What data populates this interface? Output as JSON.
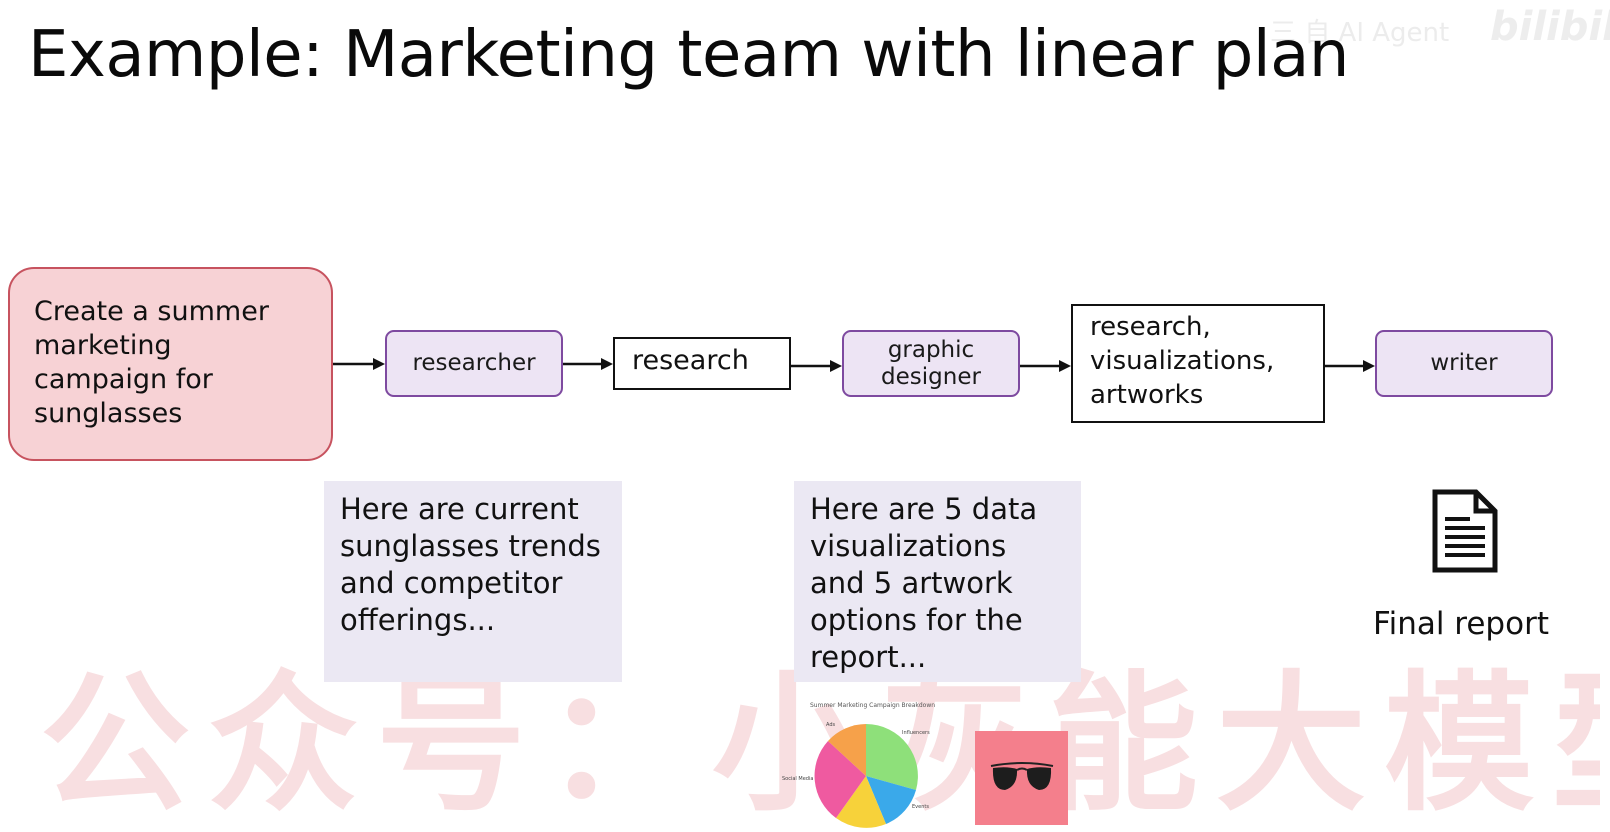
{
  "title": "Example: Marketing team with linear plan",
  "watermarks": {
    "top_right": "三 自 AI Agent",
    "logo": "bilibili",
    "background": "公众号：小灰能大模型"
  },
  "task": "Create a summer marketing campaign for sunglasses",
  "flow": {
    "agent1": "researcher",
    "artifact1": "research",
    "agent2": "graphic designer",
    "artifact2": "research, visualizations, artworks",
    "agent3": "writer"
  },
  "notes": {
    "researcher_output": "Here are current sunglasses trends and competitor offerings...",
    "designer_output": "Here are 5 data visualizations and 5 artwork options for the report..."
  },
  "final": {
    "icon": "document-icon",
    "caption": "Final report"
  },
  "pie_thumbnail": {
    "title": "Summer Marketing Campaign Breakdown",
    "labels": [
      "Ads",
      "Influencers",
      "Events",
      "Social Media"
    ],
    "colors": [
      "#f6a14a",
      "#8ee07a",
      "#3aa9ea",
      "#f7d23a",
      "#ef5aa0"
    ]
  },
  "colors": {
    "task_fill": "#f7d2d5",
    "task_border": "#c7535f",
    "agent_fill": "#ede4f4",
    "agent_border": "#7e4aa0",
    "note_fill": "#ebe8f3",
    "image_tile": "#f47f8c"
  }
}
